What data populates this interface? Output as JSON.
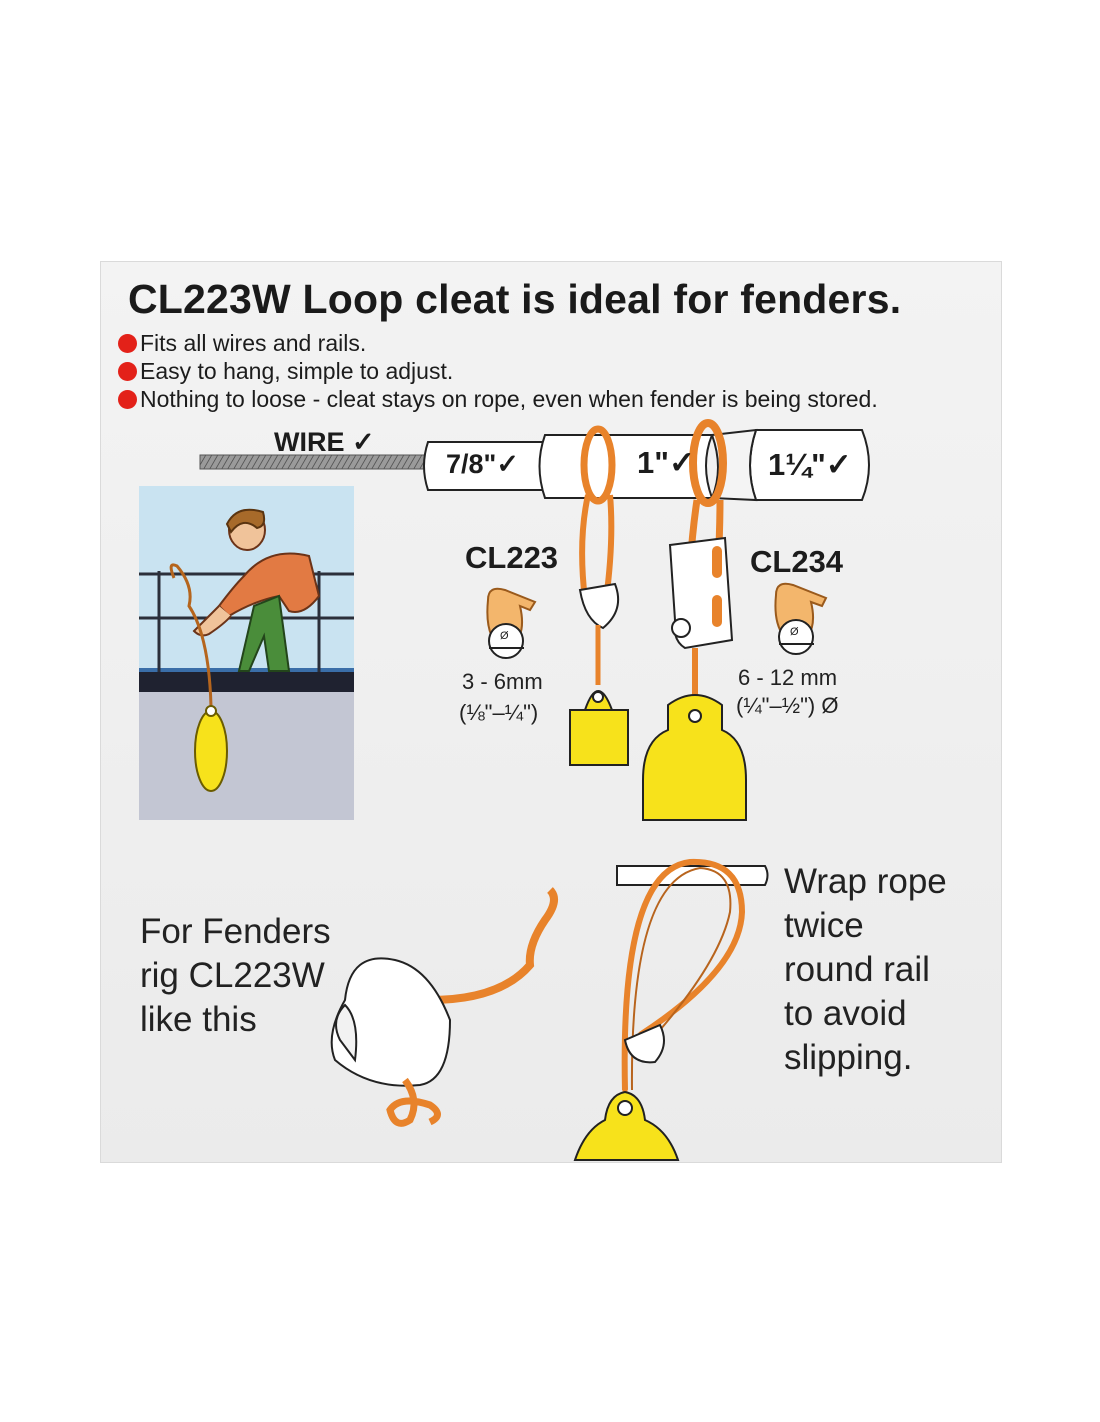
{
  "title": "CL223W Loop cleat is ideal for fenders.",
  "bullets": [
    "Fits all wires and rails.",
    "Easy to hang, simple to adjust.",
    "Nothing to loose - cleat stays on rope, even when fender is being stored."
  ],
  "wire_label": "WIRE ✓",
  "rail_sizes": [
    "7/8\"✓",
    "1\"✓",
    "1¼\"✓"
  ],
  "models": [
    {
      "name": "CL223",
      "range": "3 - 6mm",
      "range_imperial": "(⅛\"–¼\")"
    },
    {
      "name": "CL234",
      "range": "6 - 12 mm",
      "range_imperial": "(¼\"–½\") Ø"
    }
  ],
  "diameter_symbol": "Ø",
  "fender_rig_caption": [
    "For Fenders",
    "rig CL223W",
    "like this"
  ],
  "wrap_caption": [
    "Wrap rope",
    "twice",
    "round rail",
    "to avoid",
    "slipping."
  ],
  "colors": {
    "accent": "#e32119",
    "rope": "#e8832b",
    "fender": "#f7e21b",
    "sky": "#c8e3f2"
  }
}
